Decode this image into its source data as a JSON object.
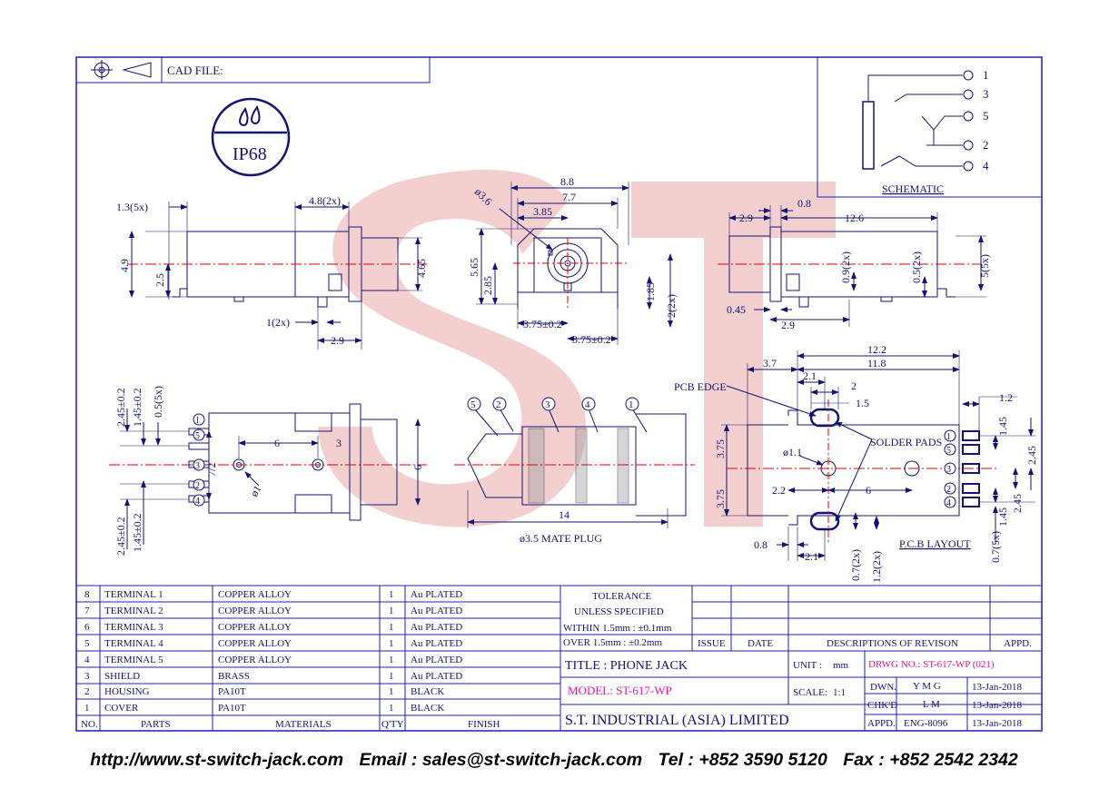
{
  "header": {
    "cad_file_label": "CAD FILE:"
  },
  "badge": {
    "rating": "IP68"
  },
  "watermark": {
    "text": "ST",
    "color": "#e8a0a0"
  },
  "schematic": {
    "title": "SCHEMATIC",
    "pins": [
      "1",
      "3",
      "5",
      "2",
      "4"
    ]
  },
  "dims": {
    "d1_3_5x": "1.3(5x)",
    "d4_8_2x": "4.8(2x)",
    "d4_9": "4.9",
    "d2_5": "2.5",
    "d4_65": "4.65",
    "d1_2x": "1(2x)",
    "d2_9a": "2.9",
    "d8_8": "8.8",
    "d7_7": "7.7",
    "d3_85": "3.85",
    "dia3_6": "ø3.6",
    "d5_65": "5.65",
    "d2_85": "2.85",
    "d1_85": "1.85",
    "d2_2x": "2(2x)",
    "d3_75a": "3.75±0.2",
    "d3_75b": "3.75±0.2",
    "d2_9b": "2.9",
    "d0_8a": "0.8",
    "d12_6": "12.6",
    "d0_9_2x": "0.9(2x)",
    "d0_5_2x": "0.5(2x)",
    "d5_5x": "5(5x)",
    "d0_45": "0.45",
    "d2_9c": "2.9",
    "d2_45a": "2.45±0.2",
    "d1_45a": "1.45±0.2",
    "d0_5_5x": "0.5(5x)",
    "d2_45b": "2.45±0.2",
    "d1_45b": "1.45±0.2",
    "d7_2": "7/2",
    "d6a": "6",
    "d3": "3",
    "dia1a": "ø1",
    "d6b": "6",
    "d14": "14",
    "mate_plug": "ø3.5 MATE PLUG",
    "d12_2": "12.2",
    "d3_7": "3.7",
    "d11_8": "11.8",
    "d2_1a": "2.1",
    "d2": "2",
    "d1_5": "1.5",
    "pcb_edge": "PCB EDGE",
    "solder_pads": "SOLDER PADS",
    "d1_2": "1.2",
    "d1_45c": "1.45",
    "d2_45c": "2.45",
    "d2_45d": "2.45",
    "d1_45d": "1.45",
    "d3_75c": "3.75",
    "d3_75d": "3.75",
    "dia1_1": "ø1.1",
    "d2_2": "2.2",
    "d6c": "6",
    "d0_8b": "0.8",
    "d2_1b": "2.1",
    "d0_7_2x": "0.7(2x)",
    "d1_2_2x": "1.2(2x)",
    "d0_7_5x": "0.7(5x)",
    "pcb_layout": "P.C.B LAYOUT"
  },
  "plug_labels": [
    "5",
    "2",
    "3",
    "4",
    "1"
  ],
  "side_labels": [
    "1",
    "5",
    "3",
    "2",
    "4"
  ],
  "bom": {
    "headers": {
      "no": "NO.",
      "parts": "PARTS",
      "materials": "MATERIALS",
      "qty": "Q'TY",
      "finish": "FINISH"
    },
    "rows": [
      {
        "no": "8",
        "part": "TERMINAL 1",
        "material": "COPPER ALLOY",
        "qty": "1",
        "finish": "Au PLATED"
      },
      {
        "no": "7",
        "part": "TERMINAL 2",
        "material": "COPPER ALLOY",
        "qty": "1",
        "finish": "Au PLATED"
      },
      {
        "no": "6",
        "part": "TERMINAL 3",
        "material": "COPPER ALLOY",
        "qty": "1",
        "finish": "Au PLATED"
      },
      {
        "no": "5",
        "part": "TERMINAL 4",
        "material": "COPPER ALLOY",
        "qty": "1",
        "finish": "Au PLATED"
      },
      {
        "no": "4",
        "part": "TERMINAL 5",
        "material": "COPPER ALLOY",
        "qty": "1",
        "finish": "Au PLATED"
      },
      {
        "no": "3",
        "part": "SHIELD",
        "material": "BRASS",
        "qty": "1",
        "finish": "Au PLATED"
      },
      {
        "no": "2",
        "part": "HOUSING",
        "material": "PA10T",
        "qty": "1",
        "finish": "BLACK"
      },
      {
        "no": "1",
        "part": "COVER",
        "material": "PA10T",
        "qty": "1",
        "finish": "BLACK"
      }
    ]
  },
  "tolerance": {
    "title": "TOLERANCE",
    "subtitle": "UNLESS   SPECIFIED",
    "within": "WITHIN  1.5mm : ±0.1mm",
    "over": "OVER    1.5mm : ±0.2mm"
  },
  "revision": {
    "issue": "ISSUE",
    "date": "DATE",
    "desc": "DESCRIPTIONS  OF  REVISON",
    "appd": "APPD."
  },
  "title_block": {
    "title": "TITLE : PHONE JACK",
    "unit_label": "UNIT :",
    "unit_value": "mm",
    "drwg_no": "DRWG NO.: ST-617-WP (021)",
    "model": "MODEL: ST-617-WP",
    "scale_label": "SCALE:",
    "scale_value": "1:1",
    "company": "S.T.  INDUSTRIAL  (ASIA)  LIMITED",
    "dwn_label": "DWN.",
    "dwn_value": "Y M G",
    "dwn_date": "13-Jan-2018",
    "chkd_label": "CHK'D",
    "chkd_value": "L M",
    "chkd_date": "13-Jan-2018",
    "appd_label": "APPD.",
    "appd_value": "ENG-8096",
    "appd_date": "13-Jan-2018",
    "pink": "#e0179c"
  },
  "footer": {
    "url": "http://www.st-switch-jack.com",
    "email": "Email : sales@st-switch-jack.com",
    "tel": "Tel : +852 3590 5120",
    "fax": "Fax : +852 2542 2342"
  }
}
